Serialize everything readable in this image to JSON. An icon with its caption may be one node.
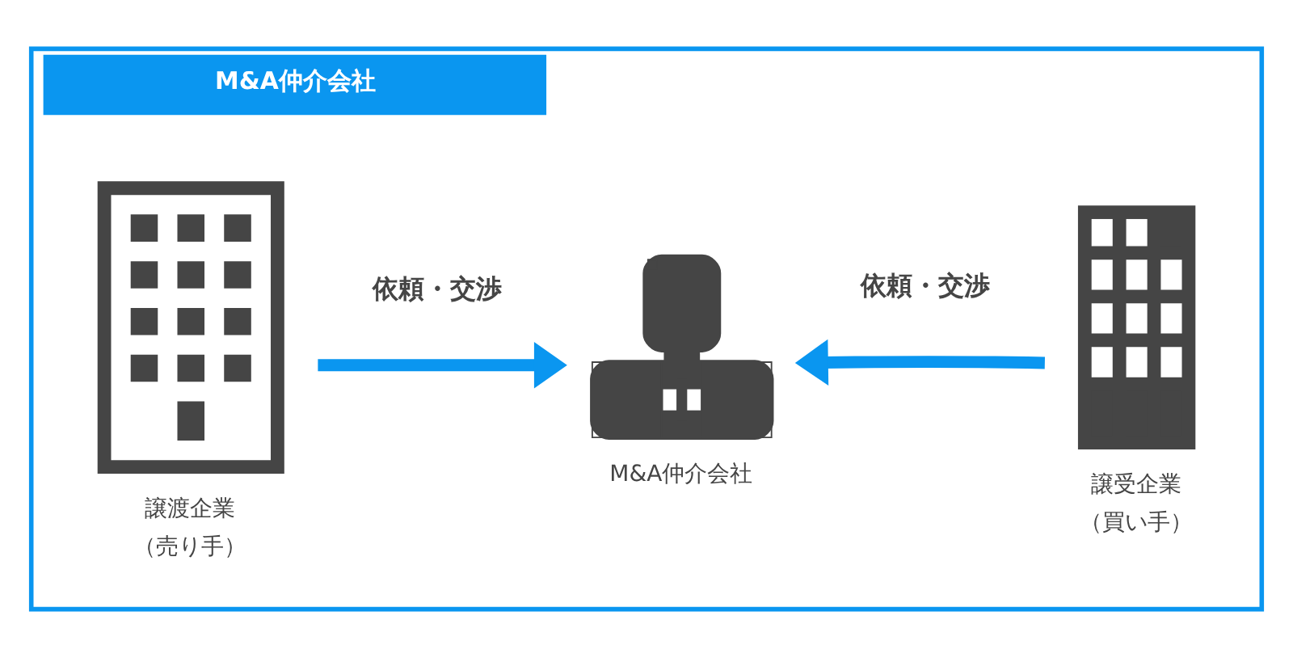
{
  "diagram": {
    "nodes": [
      {
        "text": [
          "M&A仲介会社"
        ]
      },
      {
        "text": [
          "譲渡企業",
          "（売り手）"
        ],
        "in": 0
      },
      {
        "text": [
          "M&A仲介会社"
        ],
        "in": 0
      },
      {
        "text": [
          "譲受企業",
          "（買い手）"
        ],
        "in": 0
      }
    ],
    "edges": [
      {
        "from": 1,
        "to": 2,
        "arrow": "to",
        "label": "依頼・交渉"
      },
      {
        "from": 3,
        "to": 2,
        "arrow": "to",
        "label": "依頼・交渉"
      }
    ]
  }
}
